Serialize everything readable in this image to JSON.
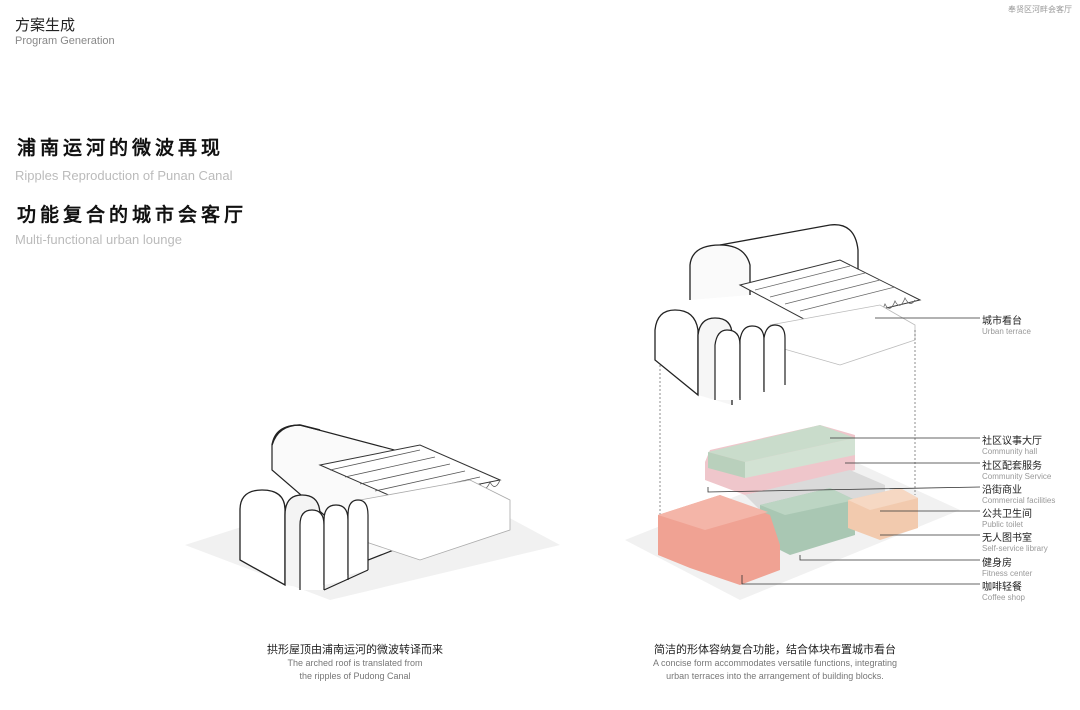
{
  "header": {
    "title_cn": "方案生成",
    "title_en": "Program Generation",
    "project": "奉贤区河畔会客厅"
  },
  "concepts": [
    {
      "cn": "浦南运河的微波再现",
      "en": "Ripples Reproduction of Punan Canal"
    },
    {
      "cn": "功能复合的城市会客厅",
      "en": "Multi-functional urban lounge"
    }
  ],
  "captions": {
    "left": {
      "cn": "拱形屋顶由浦南运河的微波转译而来",
      "en1": "The arched roof is translated from",
      "en2": "the ripples of Pudong Canal"
    },
    "right": {
      "cn": "简洁的形体容纳复合功能，结合体块布置城市看台",
      "en1": "A concise form accommodates versatile functions, integrating",
      "en2": "urban terraces into the arrangement of building blocks."
    }
  },
  "labels": [
    {
      "cn": "城市看台",
      "en": "Urban terrace"
    },
    {
      "cn": "社区议事大厅",
      "en": "Community hall"
    },
    {
      "cn": "社区配套服务",
      "en": "Community Service"
    },
    {
      "cn": "沿街商业",
      "en": "Commercial facilities"
    },
    {
      "cn": "公共卫生间",
      "en": "Public toilet"
    },
    {
      "cn": "无人图书室",
      "en": "Self-service library"
    },
    {
      "cn": "健身房",
      "en": "Fitness center"
    },
    {
      "cn": "咖啡轻餐",
      "en": "Coffee shop"
    }
  ],
  "colors": {
    "community_hall": "#c9dccb",
    "community_service": "#efc6cb",
    "commercial": "#d8d8d8",
    "library": "#a9c7b3",
    "toilet": "#f2caae",
    "coffee": "#f0a293"
  }
}
